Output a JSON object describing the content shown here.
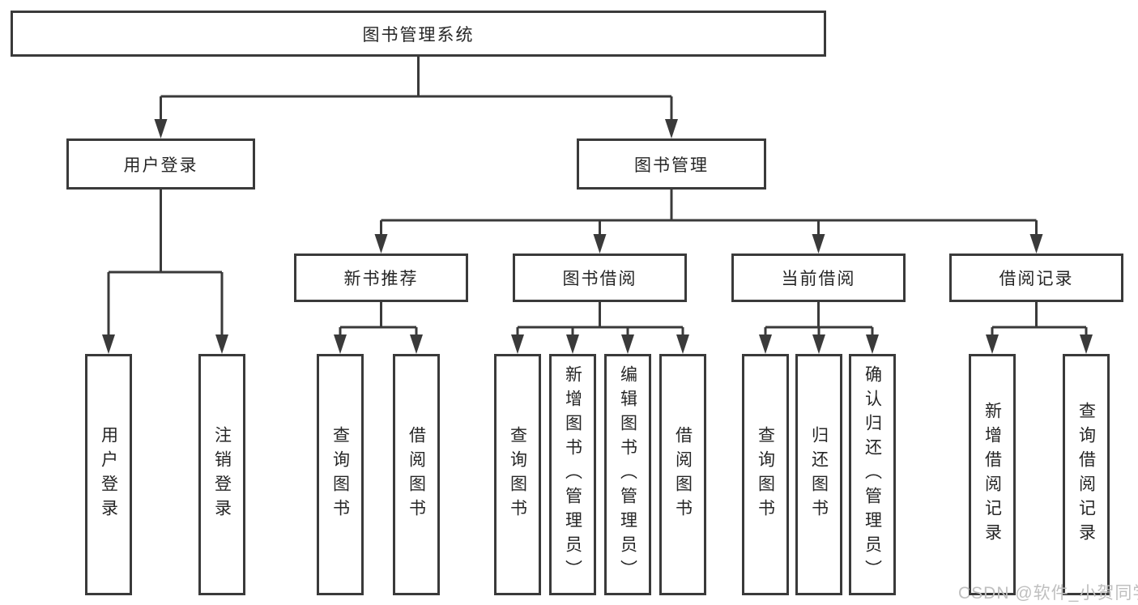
{
  "diagram": {
    "root": "图书管理系统",
    "level2": {
      "user_login": "用户登录",
      "book_mgmt": "图书管理"
    },
    "level3": {
      "new_books": "新书推荐",
      "book_borrow": "图书借阅",
      "current_borrow": "当前借阅",
      "borrow_records": "借阅记录"
    },
    "leaves": {
      "login": [
        "用户登录",
        "注销登录"
      ],
      "new_books": [
        "查询图书",
        "借阅图书"
      ],
      "book_borrow": [
        "查询图书",
        "新增图书（管理员）",
        "编辑图书（管理员）",
        "借阅图书"
      ],
      "current_borrow": [
        "查询图书",
        "归还图书",
        "确认归还（管理员）"
      ],
      "borrow_records": [
        "新增借阅记录",
        "查询借阅记录"
      ]
    }
  },
  "watermark": "CSDN @软件_小贺同学",
  "colors": {
    "line": "#3a3a3a",
    "text": "#262626",
    "watermark": "#bfbfbf",
    "background": "#ffffff"
  }
}
